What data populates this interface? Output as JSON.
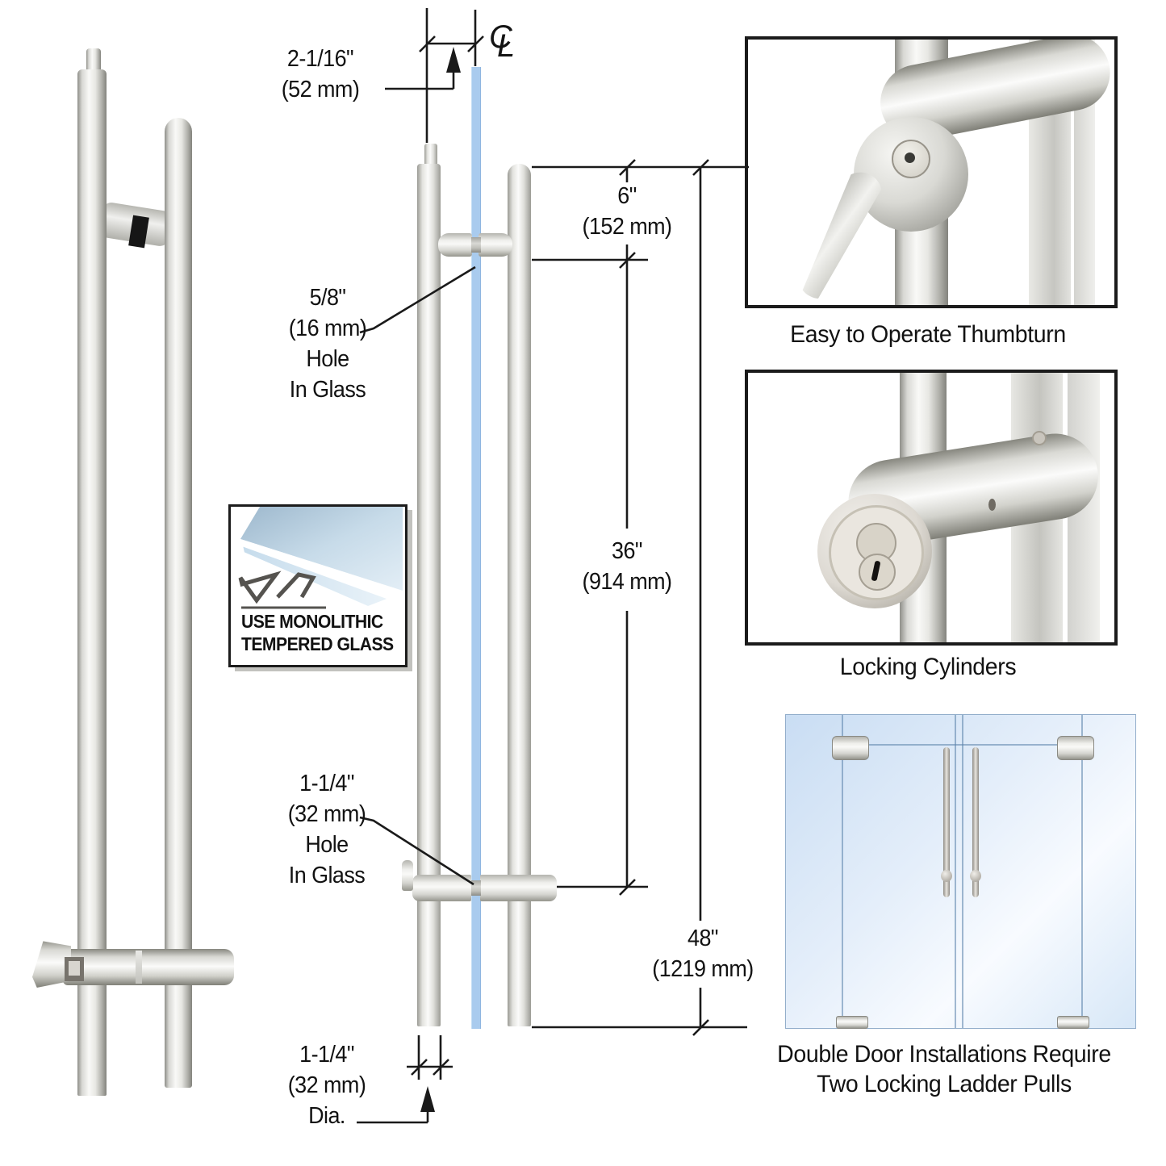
{
  "centerline": {
    "c": "C",
    "l": "L"
  },
  "dimensions": {
    "offset_in": "2-1/16\"",
    "offset_mm": "(52 mm)",
    "hole_top_in": "5/8\"",
    "hole_top_mm": "(16 mm)",
    "hole_top_word1": "Hole",
    "hole_top_word2": "In Glass",
    "gap_in": "6\"",
    "gap_mm": "(152 mm)",
    "span_in": "36\"",
    "span_mm": "(914 mm)",
    "hole_bot_in": "1-1/4\"",
    "hole_bot_mm": "(32 mm)",
    "hole_bot_word1": "Hole",
    "hole_bot_word2": "In Glass",
    "overall_in": "48\"",
    "overall_mm": "(1219 mm)",
    "dia_in": "1-1/4\"",
    "dia_mm": "(32 mm)",
    "dia_word": "Dia."
  },
  "badge": {
    "line1": "USE MONOLITHIC",
    "line2": "TEMPERED GLASS"
  },
  "captions": {
    "thumbturn": "Easy to Operate Thumbturn",
    "cylinders": "Locking Cylinders",
    "double_door1": "Double Door Installations Require",
    "double_door2": "Two Locking Ladder Pulls"
  },
  "colors": {
    "glass_blue": "#a9cbee",
    "line_black": "#1a1a1a",
    "steel_highlight": "#f9f9f7",
    "steel_shadow": "#83837d",
    "door_glass": "#cfe3f7"
  }
}
